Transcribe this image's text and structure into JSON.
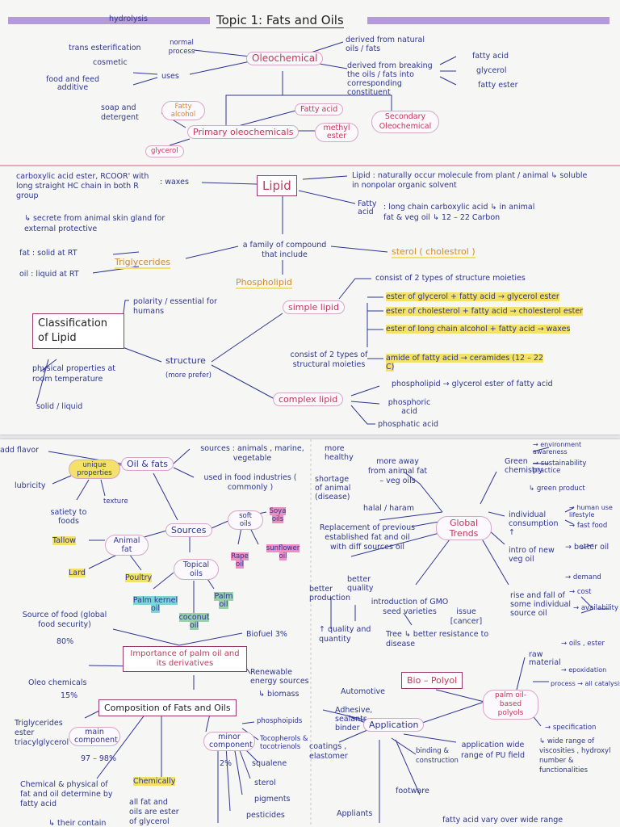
{
  "page1": {
    "title": "Topic 1: Fats and Oils",
    "hydrolysis": "hydrolysis",
    "transesterification": "trans esterification",
    "normal_process": "normal process",
    "cosmetic": "cosmetic",
    "food_feed": "food and feed additive",
    "uses": "uses",
    "soap": "soap and detergent",
    "fatty_alcohol": "Fatty alcohol",
    "glycerol": "glycerol",
    "primary": "Primary oleochemicals",
    "oleochemical": "Oleochemical",
    "fatty_acid": "Fatty acid",
    "methyl_ester": "methyl ester",
    "derived_natural": "derived from natural oils / fats",
    "derived_breaking": "derived from breaking the oils / fats into corresponding constituent",
    "fatty_acid_r": "fatty acid",
    "glycerol_r": "glycerol",
    "fatty_ester": "fatty ester",
    "secondary": "Secondary Oleochemical",
    "carboxylic": "carboxylic acid ester, RCOOR' with long straight HC chain in both R group",
    "waxes": ": waxes",
    "secrete": "↳ secrete from animal skin gland for external protective",
    "lipid": "Lipid",
    "lipid_def": "Lipid : naturally occur molecule from plant / animal ↳ soluble in nonpolar organic solvent",
    "fatty_acid_def_label": "Fatty acid",
    "fatty_acid_def": ": long chain carboxylic acid ↳ in animal fat & veg oil ↳ 12 – 22 Carbon",
    "fat_solid": "fat : solid at RT",
    "oil_liquid": "oil : liquid at RT",
    "triglycerides": "Triglycerides",
    "family": "a family of compound that include",
    "sterol": "sterol ( cholestrol )",
    "phospholipid": "Phospholipid",
    "consist2": "consist of 2 types of structure moieties",
    "classification": "Classification of Lipid",
    "polarity": "polarity / essential for humans",
    "simple_lipid": "simple lipid",
    "ester_glycerol": "ester of glycerol + fatty acid → glycerol ester",
    "ester_cholesterol": "ester of cholesterol + fatty acid → cholesterol ester",
    "ester_long": "ester of long chain alcohol + fatty acid → waxes",
    "amide": "amide of fatty acid → ceramides (12 – 22 C)",
    "structure": "structure",
    "more_prefer": "(more prefer)",
    "physical": "physical properties at room temperature",
    "solid_liquid": "solid / liquid",
    "consist_structural": "consist of 2 types of structural moieties",
    "complex_lipid": "complex lipid",
    "phospholipid_def": "phospholipid → glycerol ester of fatty acid",
    "phosphoric": "phosphoric acid",
    "phosphatic": "phosphatic acid"
  },
  "page2": {
    "add_flavor": "add flavor",
    "unique_props": "unique properties",
    "lubricity": "lubricity",
    "satiety": "satiety to foods",
    "texture": "texture",
    "oils_fats": "Oil & fats",
    "sources_animals": "sources : animals , marine, vegetable",
    "used_food": "used in food industries ( commonly )",
    "sources": "Sources",
    "soft_oils": "soft oils",
    "soya": "Soya oils",
    "sunflower": "sunflower oil",
    "rape": "Rape oil",
    "tallow": "Tallow",
    "animal_fat": "Animal fat",
    "topical": "Topical oils",
    "lard": "Lard",
    "poultry": "Poultry",
    "palm_kernel": "Palm kernel oil",
    "palm_oil": "Palm oil",
    "coconut": "coconut oil",
    "source_food": "Source of food (global food security)",
    "pct80": "80%",
    "biofuel": "Biofuel  3%",
    "importance": "Importance of palm oil and its derivatives",
    "oleo_chem": "Oleo chemicals",
    "pct15": "15%",
    "renewable": "Renewable energy sources",
    "biomass": "↳ biomass",
    "composition": "Composition of Fats and Oils",
    "triglycerides_ester": "Triglycerides ester triacylglycerol",
    "main_component": "main component",
    "pct97": "97 – 98%",
    "minor_component": "minor component",
    "pct2": "2%",
    "phosphoipids": "phosphoipids",
    "tocopherols": "Tocopherols & tocotrienols",
    "squalene": "squalene",
    "sterol": "sterol",
    "pigments": "pigments",
    "pesticides": "pesticides",
    "chemical_physical": "Chemical & physical of fat and oil determine by fatty acid",
    "their_contain": "↳ their contain",
    "chemically": "Chemically",
    "all_fat": "all fat and oils are ester of glycerol",
    "more_healthy": "more healthy",
    "more_away": "more away from animal fat – veg oils",
    "shortage": "shortage of animal (disease)",
    "halal": "halal / haram",
    "replacement": "Replacement of previous established fat and oil with diff sources oil",
    "better_production": "better production",
    "better_quality": "better quality",
    "gmo": "introduction of GMO seed varieties",
    "issue": "issue [cancer]",
    "quality": "↑ quality and quantity",
    "tree": "Tree ↳ better resistance to disease",
    "global": "Global Trends",
    "green_chem": "Green chemistry",
    "env": "→ environment awareness",
    "sustain": "→ sustainability practice",
    "green_product": "↳ green product",
    "individual": "individual consumption ↑",
    "human_use": "→ human use lifestyle",
    "fast_food": "→ fast food",
    "intro_veg": "intro of new veg oil",
    "better_oil": "→ better oil",
    "rise_fall": "rise and fall of some individual source oil",
    "demand": "→ demand",
    "cost": "→ cost",
    "availability": "→ availability",
    "bio_polyol": "Bio – Polyol",
    "raw_material": "raw material",
    "oils_ester": "→ oils , ester",
    "epoxidation": "→ epoxidation",
    "process": "process → all catalysis",
    "palm_polyols": "palm oil- based polyols",
    "specification": "→ specification",
    "wide_range": "↳ wide range of viscosities , hydroxyl number & functionalities",
    "automotive": "Automotive",
    "adhesive": "Adhesive, sealants, binder",
    "application": "Application",
    "coatings": "coatings , elastomer",
    "binding": "binding & construction",
    "application2": "application wide range of PU field",
    "footware": "footware",
    "appliants": "Appliants",
    "fatty_vary": "fatty acid vary over wide range"
  }
}
